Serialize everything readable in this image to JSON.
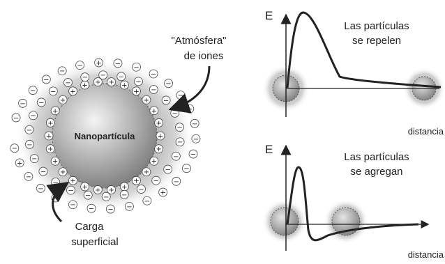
{
  "left_panel": {
    "nanoparticle_label": "Nanopartícula",
    "ion_atmosphere_label_line1": "\"Atmósfera\"",
    "ion_atmosphere_label_line2": "de iones",
    "surface_charge_label_line1": "Carga",
    "surface_charge_label_line2": "superficial",
    "surface_charge_sign": "+",
    "counter_ion_sign": "−",
    "coion_sign": "+"
  },
  "top_graph": {
    "y_axis_label": "E",
    "x_axis_label": "distancia",
    "caption_line1": "Las partículas",
    "caption_line2": "se repelen"
  },
  "bottom_graph": {
    "y_axis_label": "E",
    "x_axis_label": "distancia",
    "caption_line1": "Las partículas",
    "caption_line2": "se agregan"
  },
  "colors": {
    "ink": "#222222",
    "particle_core": "#9a9a9a",
    "halo": "#c8c8c8"
  }
}
